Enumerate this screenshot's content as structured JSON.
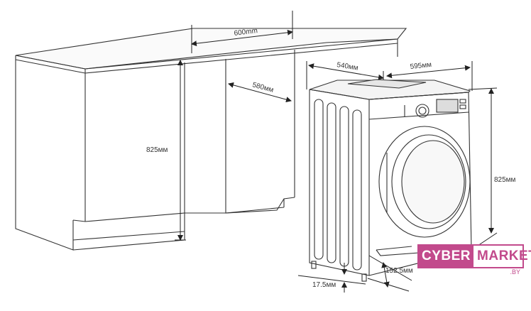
{
  "diagram": {
    "dimensions": {
      "cabinet_width": "600mm",
      "niche_depth": "580мм",
      "cabinet_height": "825мм",
      "washer_depth": "540мм",
      "washer_width": "595мм",
      "washer_height": "825мм",
      "plinth_depth": "152.5мм",
      "foot_height": "17.5мм"
    }
  },
  "logo": {
    "part_a": "CYBER",
    "part_b": "MARKET",
    "part_c": ".BY"
  },
  "colors": {
    "line": "#333333",
    "brand": "#c24a8c"
  }
}
